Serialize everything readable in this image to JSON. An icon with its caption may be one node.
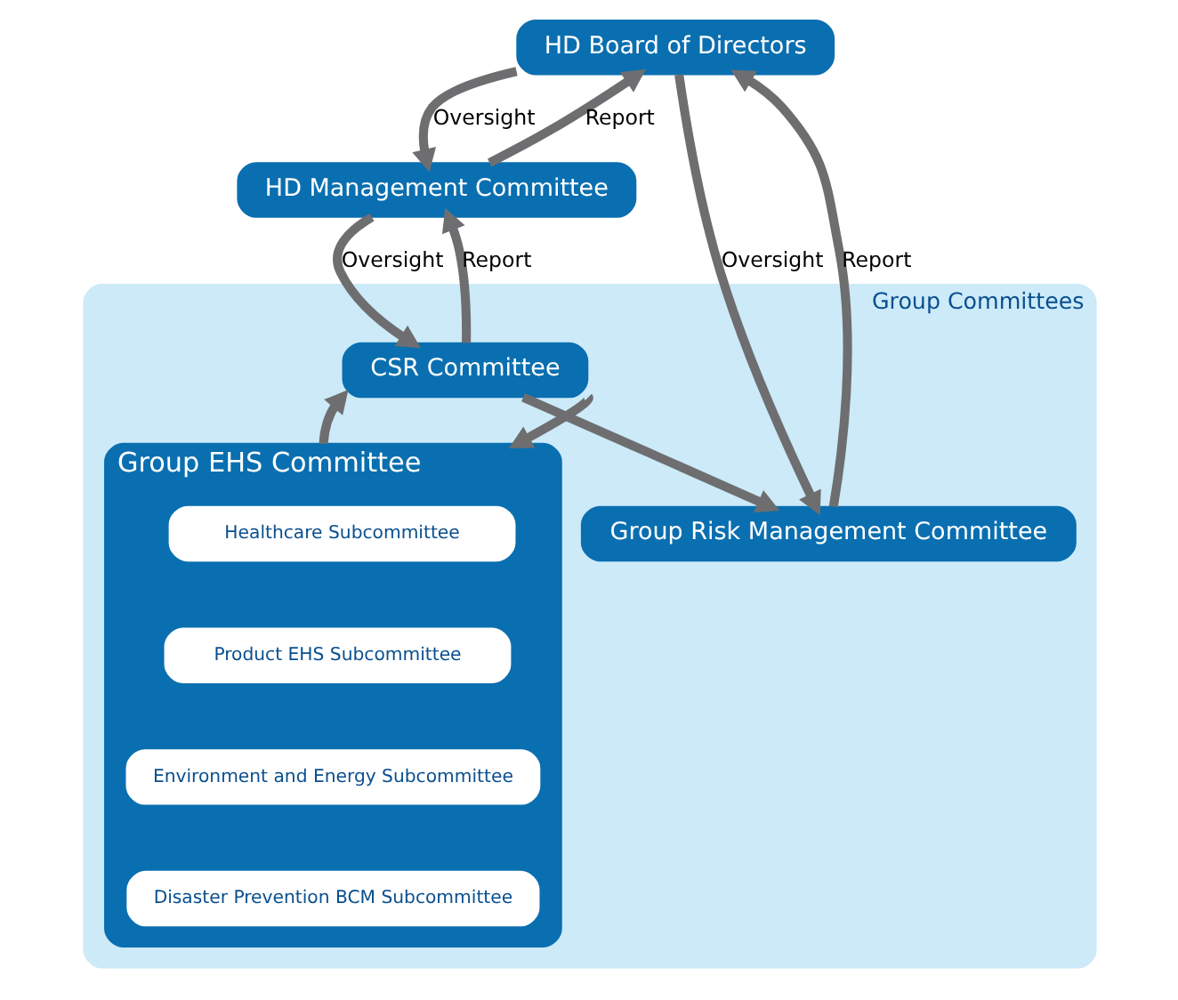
{
  "diagram": {
    "nodes": [
      {
        "text": [
          "HD Board of Directors"
        ]
      },
      {
        "text": [
          "HD Management Committee"
        ]
      },
      {
        "text": [
          "Group Committees"
        ]
      },
      {
        "text": [
          "CSR Committee"
        ],
        "in": 2
      },
      {
        "text": [
          "Group Risk Management Committee"
        ],
        "in": 2
      },
      {
        "text": [
          "Group EHS Committee"
        ],
        "in": 2
      },
      {
        "text": [
          "Healthcare Subcommittee"
        ],
        "in": 5
      },
      {
        "text": [
          "Product EHS Subcommittee"
        ],
        "in": 5
      },
      {
        "text": [
          "Environment and Energy Subcommittee"
        ],
        "in": 5
      },
      {
        "text": [
          "Disaster Prevention BCM Subcommittee"
        ],
        "in": 5
      }
    ],
    "edges": [
      {
        "from": 1,
        "to": 0,
        "arrow": "to",
        "label": "Report"
      },
      {
        "from": 0,
        "to": 1,
        "arrow": "to",
        "label": "Oversight"
      },
      {
        "from": 3,
        "to": 1,
        "arrow": "to",
        "label": "Report"
      },
      {
        "from": 1,
        "to": 3,
        "arrow": "to",
        "label": "Oversight"
      },
      {
        "from": 3,
        "to": 4,
        "arrow": "to"
      },
      {
        "from": 4,
        "to": 0,
        "arrow": "to",
        "label": "Report"
      },
      {
        "from": 0,
        "to": 4,
        "arrow": "to",
        "label": "Oversight"
      },
      {
        "from": 5,
        "to": 3,
        "arrow": "to"
      },
      {
        "from": 3,
        "to": 5,
        "arrow": "to"
      }
    ]
  }
}
